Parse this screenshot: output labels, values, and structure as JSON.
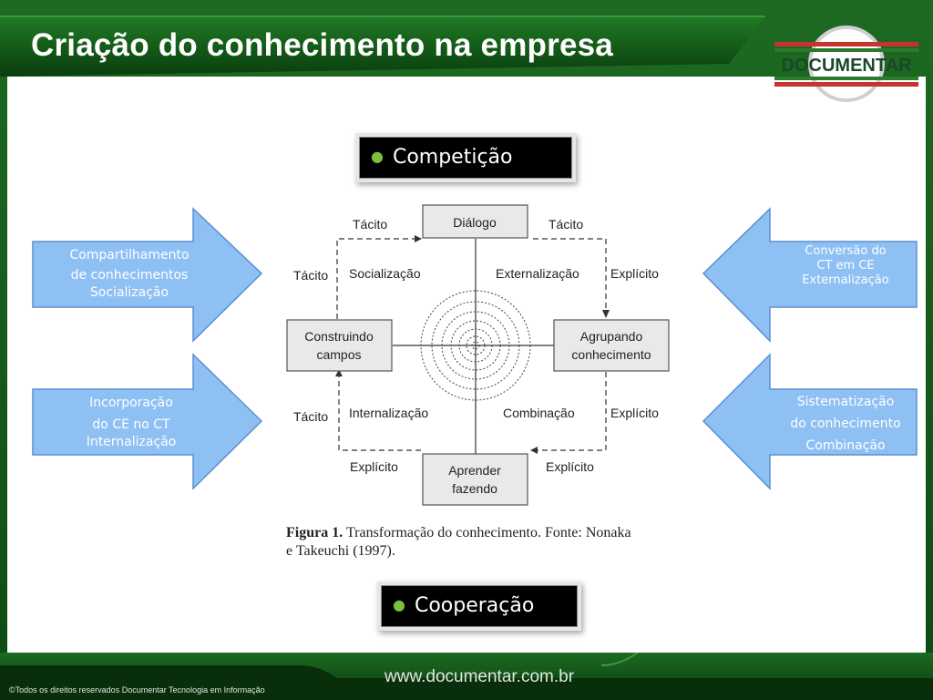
{
  "slide": {
    "title": "Criação do conhecimento na empresa",
    "logo_text": "DOCUMENTAR",
    "footer_url": "www.documentar.com.br",
    "footer_copyright": "©Todos os direitos reservados Documentar Tecnologia em Informação"
  },
  "labels": {
    "top": "Competição",
    "bottom": "Cooperação"
  },
  "arrows": {
    "left_top": [
      "Compartilhamento",
      "de conhecimentos",
      "Socialização"
    ],
    "left_bottom": [
      "Incorporação",
      "do  CE  no CT",
      "Internalização"
    ],
    "right_top": [
      "Conversão do",
      "CT em CE",
      "Externalização"
    ],
    "right_bottom": [
      "Sistematização",
      "do conhecimento",
      "Combinação"
    ]
  },
  "diagram": {
    "boxes": {
      "top": "Diálogo",
      "left": [
        "Construindo",
        "campos"
      ],
      "right": [
        "Agrupando",
        "conhecimento"
      ],
      "bottom": [
        "Aprender",
        "fazendo"
      ]
    },
    "quadrants": {
      "tl": "Socialização",
      "tr": "Externalização",
      "bl": "Internalização",
      "br": "Combinação"
    },
    "edge_labels": {
      "top_left": "Tácito",
      "top_right": "Tácito",
      "left_top": "Tácito",
      "right_top": "Explícito",
      "left_bottom": "Tácito",
      "right_bottom": "Explícito",
      "bottom_left": "Explícito",
      "bottom_right": "Explícito"
    },
    "caption_bold": "Figura 1.",
    "caption_line1": "Transformação do conhecimento. Fonte: Nonaka",
    "caption_line2": "e Takeuchi (1997)."
  },
  "colors": {
    "arrow_fill": "#8ec0f4",
    "arrow_stroke": "#5a8fd0",
    "green": "#1e6a22"
  }
}
